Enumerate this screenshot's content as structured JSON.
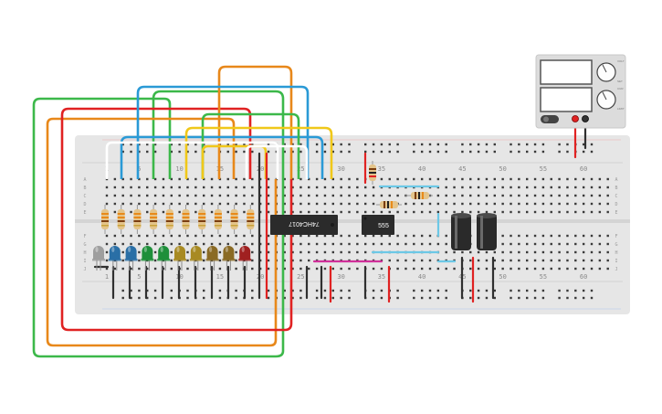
{
  "breadboard": {
    "column_numbers": [
      "1",
      "5",
      "10",
      "15",
      "20",
      "25",
      "30",
      "35",
      "40",
      "45",
      "50",
      "55",
      "60"
    ],
    "row_letters": [
      "A",
      "B",
      "C",
      "D",
      "E",
      "F",
      "G",
      "H",
      "I",
      "J"
    ]
  },
  "chips": {
    "counter": "74HC4017",
    "timer": "555"
  },
  "power_supply": {
    "voltage_display": "",
    "current_display": "",
    "labels": [
      "VOLT",
      "SET",
      "CUR",
      "LIMIT"
    ]
  },
  "leds": {
    "colors": [
      "#9e9e9e",
      "#2a6fa6",
      "#2a6fa6",
      "#1e8f3a",
      "#1e8f3a",
      "#a88a22",
      "#a88a22",
      "#8a6a24",
      "#8a6a24",
      "#a02020"
    ]
  },
  "wire_colors": {
    "red": "#e02222",
    "orange": "#e8881a",
    "green": "#3cb84a",
    "blue": "#2a9ad6",
    "yellow": "#f0c81a",
    "white": "#ffffff",
    "black": "#303030",
    "pink": "#d0309a",
    "cyan": "#6cc8e6"
  }
}
